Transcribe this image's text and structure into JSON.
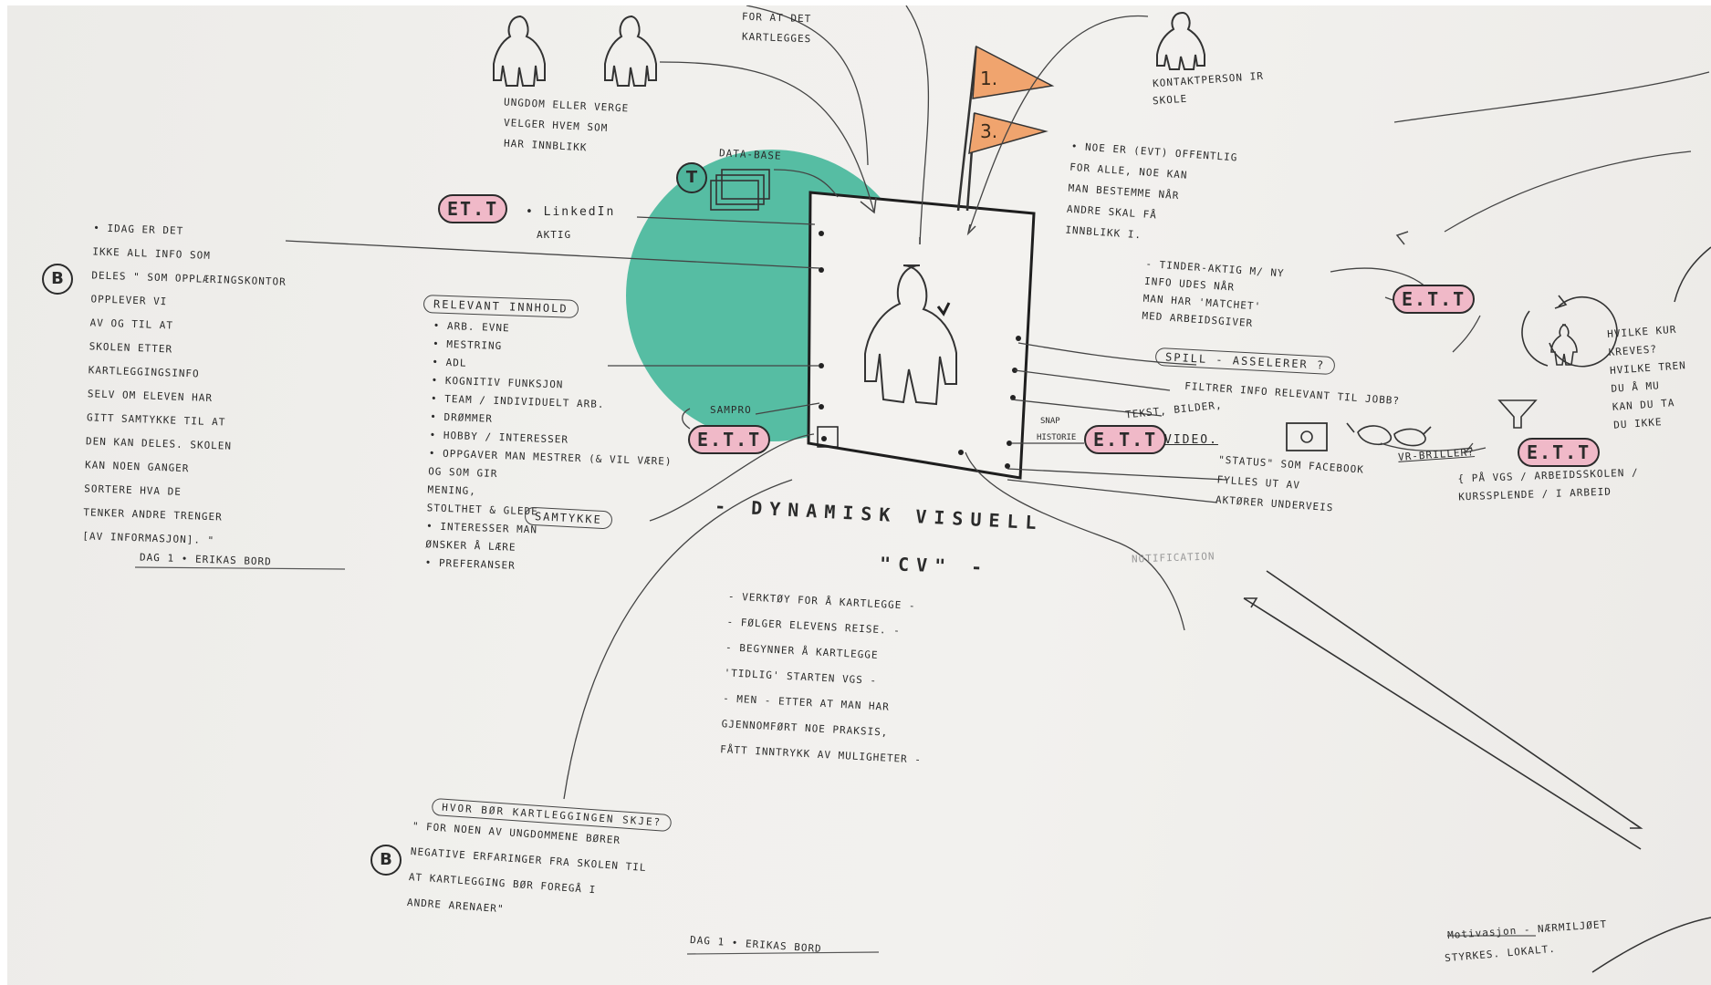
{
  "top": {
    "top_fragment_1": "FOR AT DET",
    "top_fragment_2": "KARTLEGGES",
    "users_caption_1": "UNGDOM eller VERGE",
    "users_caption_2": "VELGER HVEM SOM",
    "users_caption_3": "HAR INNBLIKK",
    "contact_caption_1": "KONTAKTPERSON IR",
    "contact_caption_2": "SKOLE",
    "database_label": "DATA-BASE",
    "database_badge": "T",
    "flag_1": "1.",
    "flag_3": "3."
  },
  "left": {
    "ett_linkedin_pill": "ET.T",
    "linkedin_1": "• LinkedIn",
    "linkedin_2": "Aktig",
    "b_badge_top": "B",
    "quote_top_lines": [
      "• IDAG ER DET",
      "IKKE ALL INFO SOM",
      "DELES \" SOM OPPLÆRINGSKONTOR",
      "OPPLEVER VI",
      "AV OG TIL AT",
      "SKOLEN ETTER",
      "KARTLEGGINGSINFO",
      "SELV OM ELEVEN HAR",
      "GITT SAMTYKKE TIL AT",
      "DEN KAN DELES. SKOLEN",
      "KAN NOEN GANGER",
      "SORTERE HVA DE",
      "TENKER ANDRE TRENGER",
      "[AV INFORMASJON]. \""
    ],
    "quote_top_source": "DAG 1 • ERIKAS BORD"
  },
  "content": {
    "relevant_header": "RELEVANT INNHOLD",
    "items": [
      "• ARB. EVNE",
      "• MESTRING",
      "• ADL",
      "• KOGNITIV FUNKSJON",
      "• TEAM / INDIVIDUELT ARB.",
      "• DRØMMER",
      "• HOBBY / INTERESSER",
      "• OPPGAVER MAN MESTRER (& VIL VÆRE)",
      "OG SOM GIR",
      "MENING,",
      "STOLTHET & GLEDE",
      "• INTERESSER MAN",
      "ØNSKER Å LÆRE",
      "• PREFERANSER"
    ],
    "samtykke_box": "SAMTYKKE",
    "sampro_label": "SAMPRO",
    "ett_sampro_pill": "E.T.T"
  },
  "center": {
    "title_line_1": "- DYNAMISK VISUELL",
    "title_line_2": "\"CV\" -",
    "notes": [
      "- VERKTØY FOR Å KARTLEGGE -",
      "- FØLGER ELEVENS REISE. -",
      "- BEGYNNER Å KARTLEGGE",
      "'TIDLIG' STARTEN VGS -",
      "- MEN - ETTER AT MAN HAR",
      "GJENNOMFØRT NOE PRAKSIS,",
      "FÅTT INNTRYKK AV MULIGHETER -"
    ],
    "notification_faint": "NOTIFICATION"
  },
  "right": {
    "public_lines": [
      "• NOE ER (EVT) OFFENTLIG",
      "FOR ALLE, NOE KAN",
      "MAN BESTEMME NÅR",
      "ANDRE SKAL FÅ",
      "INNBLIKK I."
    ],
    "tinder_lines": [
      "- TINDER-AKTIG m/ NY",
      "INFO UDES NÅR",
      "MAN HAR 'MATCHET'",
      "MED ARBEIDSGIVER"
    ],
    "ett_tinder_pill": "E.T.T",
    "spill_box": "SPILL - ASSELERER ?",
    "filter_line": "FILTRER INFO RELEVANT TIL JOBB?",
    "text_line": "TEKST, BILDER,",
    "snap_label": "SNAP",
    "snap_label_2": "HISTORIE",
    "ett_video_pill": "E.T.T",
    "video_label": "VIDEO.",
    "vr_label": "VR-BRILLER?",
    "ett_vr_pill": "E.T.T",
    "status_lines": [
      "\"STATUS\" SOM FACEBOOK",
      "FYLLES UT AV",
      "AKTØRER UNDERVEIS"
    ],
    "bracket_lines": [
      "{ PÅ VGS / ARBEIDSSKOLEN /",
      "KURSSPLENDE / I ARBEID"
    ],
    "cycle_lines": [
      "HVILKE KUR",
      "KREVES?",
      "HVILKE TREN",
      "DU Å MU",
      "KAN DU TA",
      "DU IKKE"
    ],
    "bottom_right_1": "Motivasjon - NÆRMILJØET",
    "bottom_right_2": "STYRKES. LOKALT."
  },
  "bottom": {
    "question_box": "HVOR BØR KARTLEGGINGEN SKJE?",
    "b_badge_bottom": "B",
    "quote_bottom_lines": [
      "\" FOR NOEN AV UNGDOMMENE BØRER",
      "NEGATIVE ERFARINGER FRA SKOLEN TIL",
      "AT KARTLEGGING BØR FOREGÅ I",
      "ANDRE ARENAER\""
    ],
    "quote_bottom_source": "DAG 1 • ERIKAS BORD"
  },
  "colors": {
    "paper": "#efeeeb",
    "ink": "#2b2b2b",
    "pill_pink": "#f0b9c8",
    "teal": "#3bb495",
    "flag_orange": "#f0a46e"
  }
}
